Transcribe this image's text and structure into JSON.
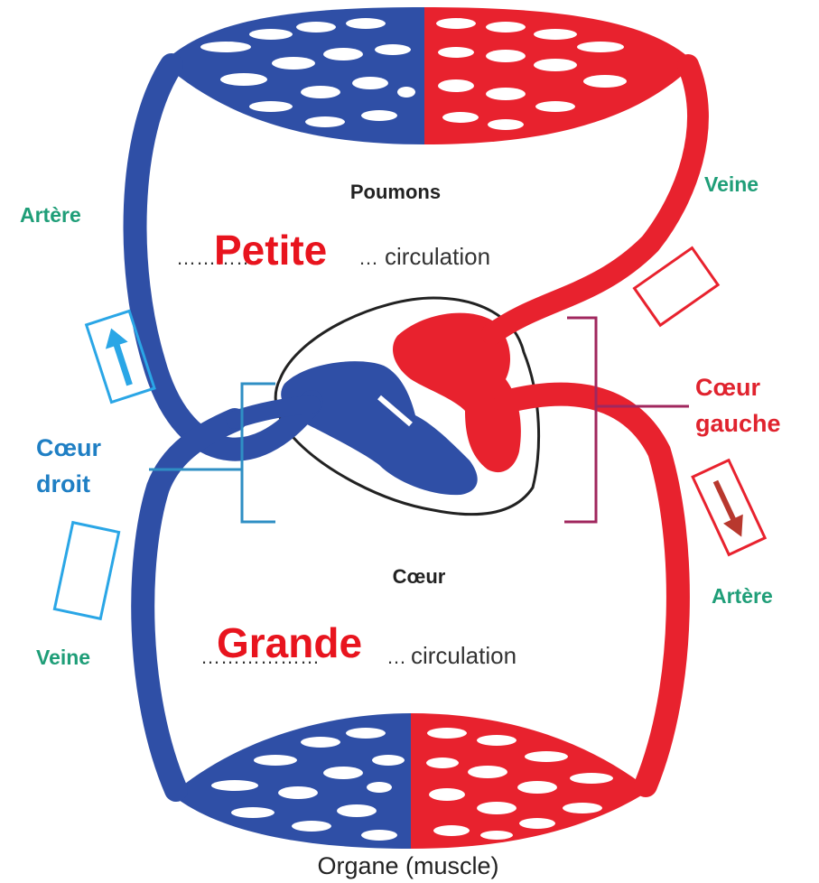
{
  "labels": {
    "poumons": "Poumons",
    "coeur": "Cœur",
    "organe": "Organe (muscle)",
    "artere_left": "Artère",
    "veine_right": "Veine",
    "veine_left": "Veine",
    "artere_right": "Artère",
    "coeur_droit_1": "Cœur",
    "coeur_droit_2": "droit",
    "coeur_gauche_1": "Cœur",
    "coeur_gauche_2": "gauche"
  },
  "circulations": {
    "petite": {
      "answer": "Petite",
      "dots_before": "…………",
      "dots_after": "…",
      "suffix": "circulation"
    },
    "grande": {
      "answer": "Grande",
      "dots_before": "………………",
      "dots_after": "…",
      "suffix": "circulation"
    }
  },
  "colors": {
    "deoxygenated": "#2f4fa6",
    "oxygenated": "#e8222e",
    "label_green": "#1f9e78",
    "label_blue": "#1f7fc4",
    "label_red": "#e0232e",
    "bracket_blue": "#2f8fc4",
    "bracket_magenta": "#a0275e",
    "arrow_light_blue": "#2aa6e6",
    "arrow_dark_red": "#b8382e"
  }
}
